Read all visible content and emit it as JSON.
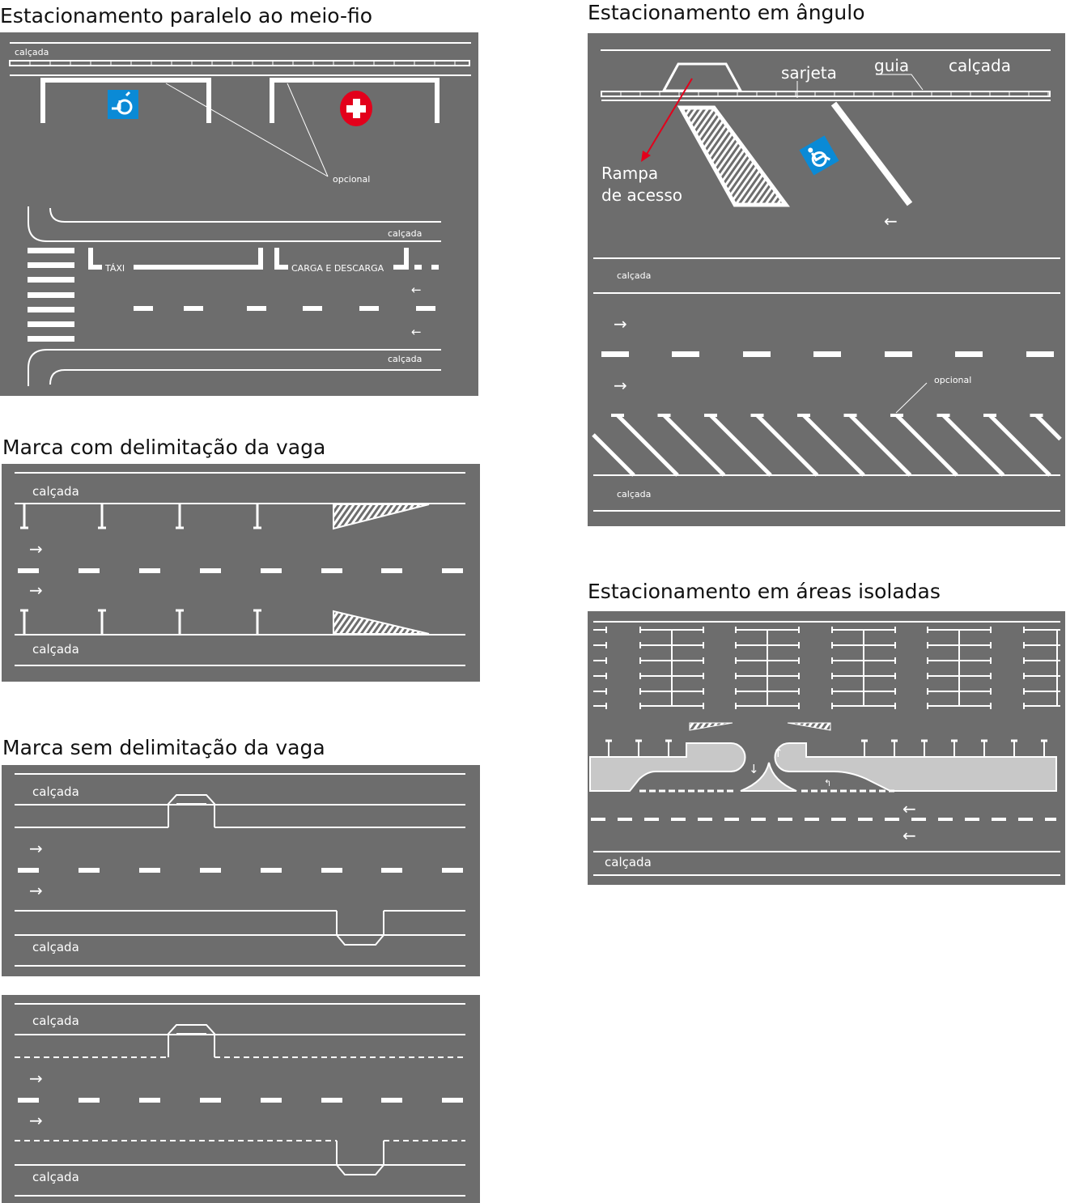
{
  "titles": {
    "parallel": "Estacionamento paralelo ao meio-fio",
    "angle": "Estacionamento em ângulo",
    "with_delimitation": "Marca com delimitação da vaga",
    "without_delimitation": "Marca sem delimitação da vaga",
    "isolated": "Estacionamento em áreas isoladas"
  },
  "labels": {
    "calcada": "calçada",
    "opcional": "opcional",
    "taxi": "TÁXI",
    "carga": "CARGA E DESCARGA",
    "sarjeta": "sarjeta",
    "guia": "guia",
    "rampa_1": "Rampa",
    "rampa_2": "de acesso"
  },
  "colors": {
    "pavement": "#6d6d6d",
    "marking": "#ffffff",
    "accessible": "#0a8ad6",
    "medical": "#e3001b",
    "ramp_pointer": "#e3001b",
    "island": "#c8c8c8"
  }
}
